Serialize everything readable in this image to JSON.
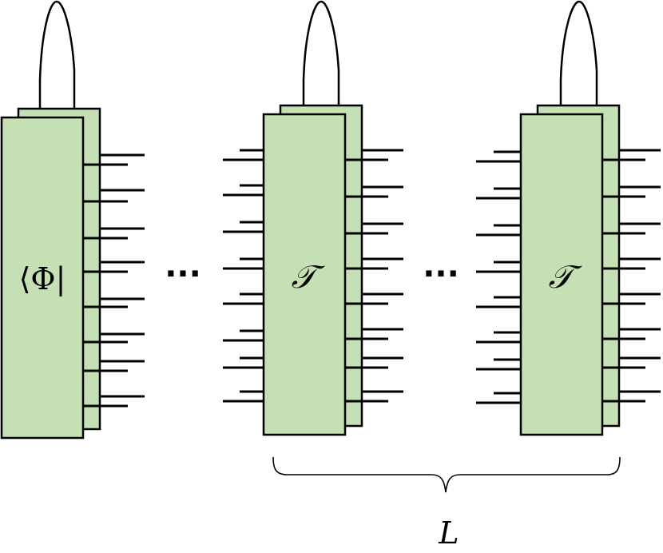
{
  "labels": {
    "bra_phi": "⟨Φ|",
    "transfer_1": "𝒯",
    "transfer_2": "𝒯",
    "ellipsis_1": "···",
    "ellipsis_2": "···",
    "repeat_count": "L"
  },
  "colors": {
    "tensor_fill": "#c5e0b4",
    "stroke": "#000000"
  }
}
